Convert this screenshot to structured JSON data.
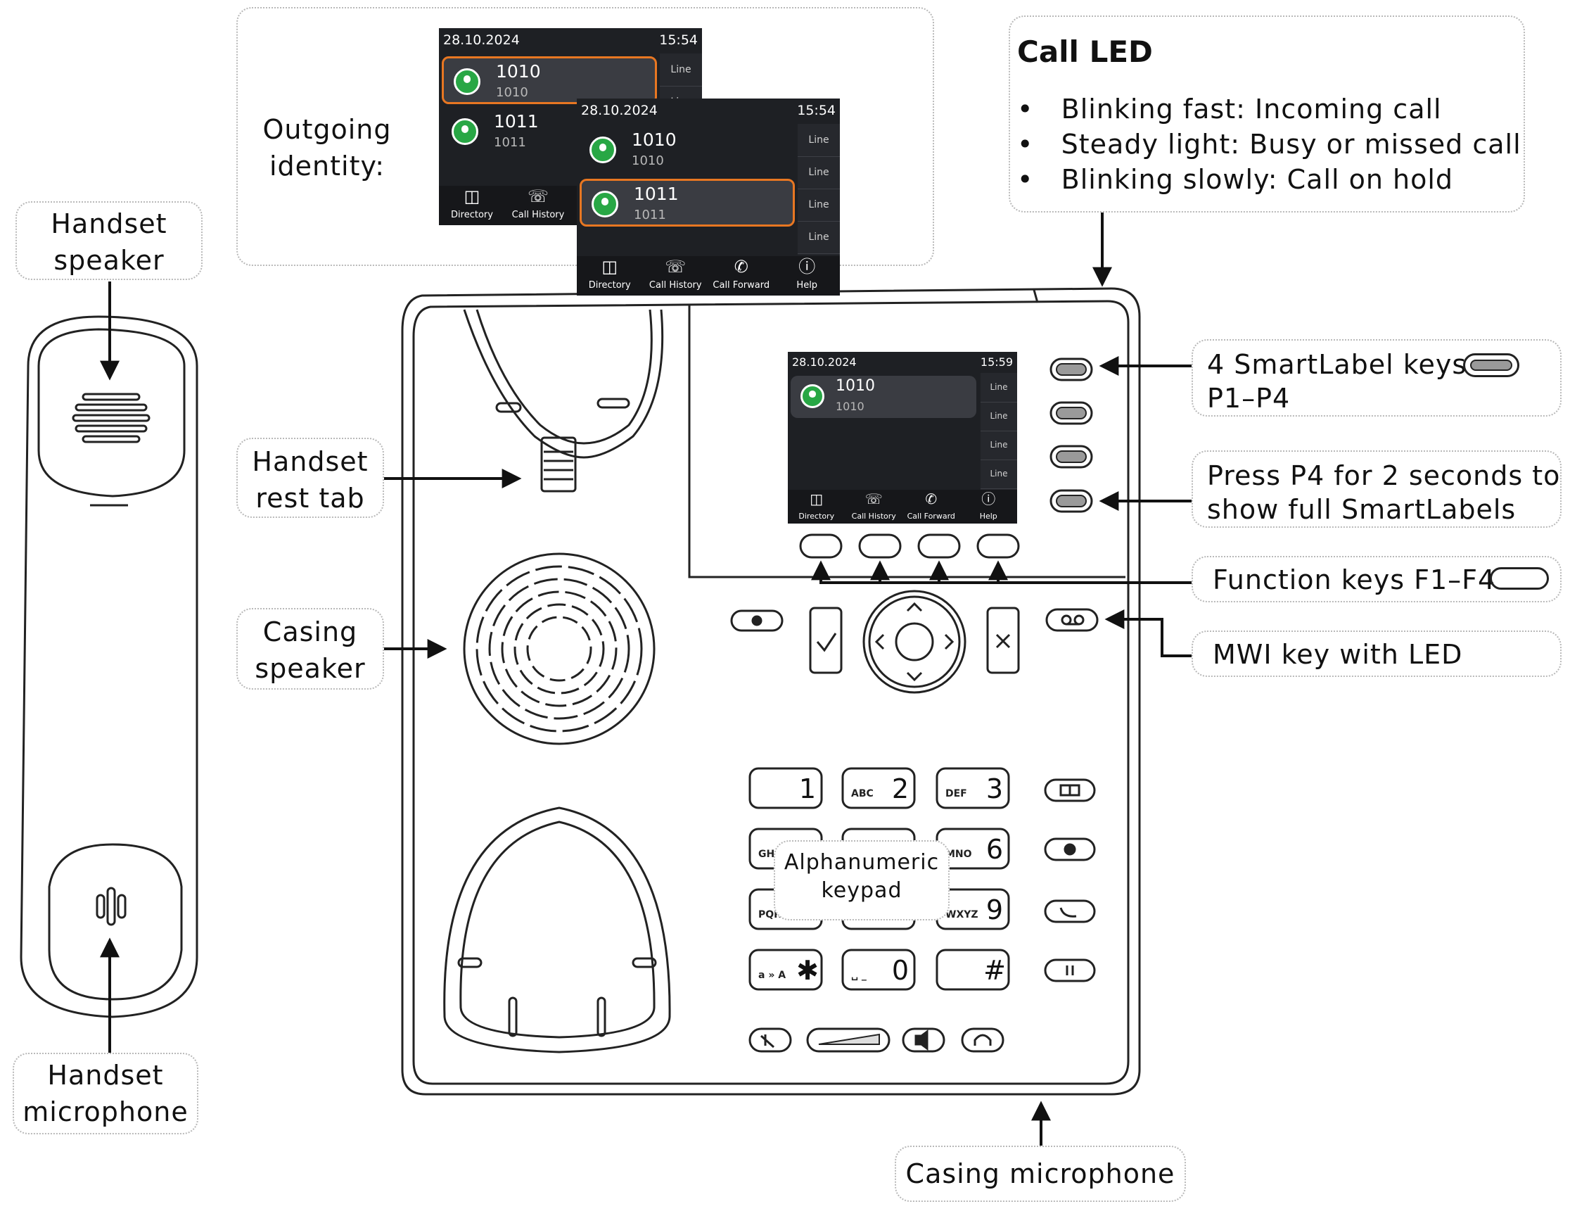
{
  "labels": {
    "handset_speaker": [
      "Handset",
      "speaker"
    ],
    "handset_microphone": [
      "Handset",
      "microphone"
    ],
    "handset_rest_tab": [
      "Handset",
      "rest tab"
    ],
    "casing_speaker": [
      "Casing",
      "speaker"
    ],
    "outgoing_identity": [
      "Outgoing",
      "identity:"
    ],
    "call_led_title": "Call LED",
    "call_led_items": [
      "Blinking fast:  Incoming call",
      "Steady light:  Busy or missed call",
      "Blinking slowly:  Call on hold"
    ],
    "smartlabel_keys": [
      "4 SmartLabel keys",
      "P1–P4"
    ],
    "press_p4": [
      "Press P4 for 2 seconds to",
      "show full SmartLabels"
    ],
    "function_keys": "Function keys F1–F4",
    "mwi_key": "MWI key with LED",
    "casing_microphone": "Casing microphone",
    "alphanumeric_keypad": [
      "Alphanumeric",
      "keypad"
    ]
  },
  "screens": {
    "back": {
      "date": "28.10.2024",
      "time": "15:54",
      "entries": [
        {
          "name": "1010",
          "number": "1010"
        },
        {
          "name": "1011",
          "number": "1011"
        }
      ],
      "lines": [
        "Line",
        "Line"
      ],
      "softkeys": [
        "Directory",
        "Call History"
      ]
    },
    "front": {
      "date": "28.10.2024",
      "time": "15:54",
      "entries": [
        {
          "name": "1010",
          "number": "1010"
        },
        {
          "name": "1011",
          "number": "1011"
        }
      ],
      "lines": [
        "Line",
        "Line",
        "Line",
        "Line"
      ],
      "softkeys": [
        "Directory",
        "Call History",
        "Call Forward",
        "Help"
      ]
    },
    "phone": {
      "date": "28.10.2024",
      "time": "15:59",
      "entries": [
        {
          "name": "1010",
          "number": "1010"
        }
      ],
      "lines": [
        "Line",
        "Line",
        "Line",
        "Line"
      ],
      "softkeys": [
        "Directory",
        "Call History",
        "Call Forward",
        "Help"
      ]
    }
  },
  "keypad": {
    "keys": [
      {
        "digit": "1",
        "letters": ""
      },
      {
        "digit": "2",
        "letters": "ABC"
      },
      {
        "digit": "3",
        "letters": "DEF"
      },
      {
        "digit": "",
        "letters": "GH"
      },
      {
        "digit": "",
        "letters": ""
      },
      {
        "digit": "6",
        "letters": "MNO"
      },
      {
        "digit": "",
        "letters": "PQR"
      },
      {
        "digit": "",
        "letters": ""
      },
      {
        "digit": "9",
        "letters": "WXYZ"
      },
      {
        "digit": "✱",
        "letters": "a » A"
      },
      {
        "digit": "0",
        "letters": "␣ _"
      },
      {
        "digit": "#",
        "letters": ""
      }
    ]
  },
  "icons": {
    "nav_pad": "navigation-pad-icon",
    "ok": "checkmark-icon",
    "cancel": "cross-icon",
    "mwi": "voicemail-icon",
    "speaker_grille": "speaker-grille-icon",
    "microphone": "microphone-icon",
    "directory": "book-icon",
    "call_history": "call-history-icon",
    "call_forward": "call-forward-icon",
    "help": "help-icon"
  },
  "colors": {
    "accent_orange": "#e87722",
    "highlight_red": "#e0202a",
    "avatar_green": "#28a745",
    "screen_bg": "#1e2024"
  }
}
